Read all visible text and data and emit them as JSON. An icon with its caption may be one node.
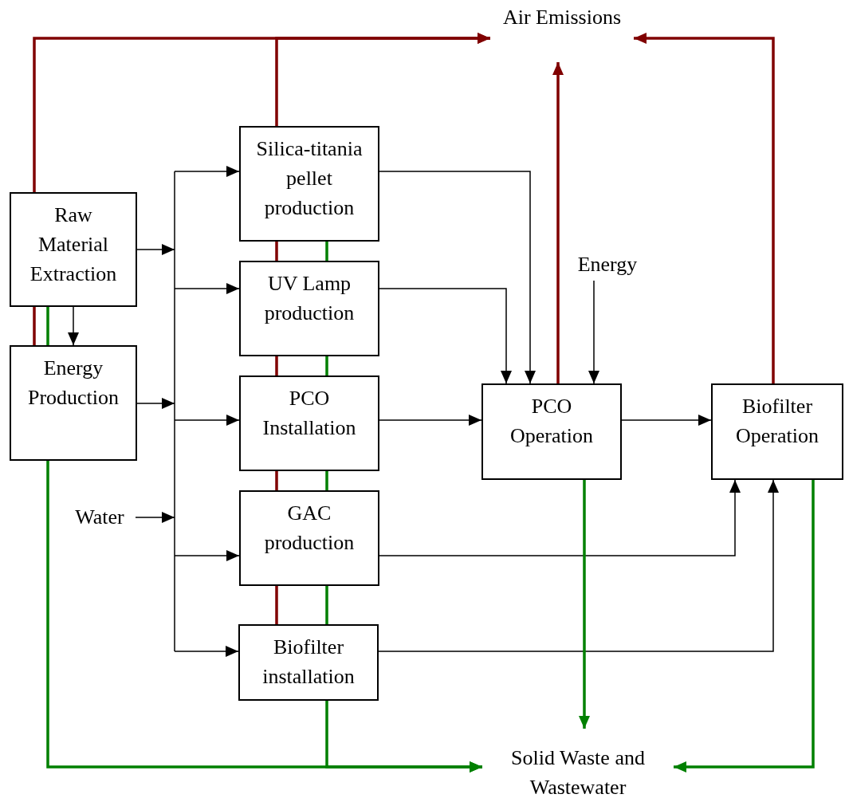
{
  "diagram": {
    "nodes": [
      {
        "text": [
          "Air Emissions"
        ]
      },
      {
        "text": [
          "Raw Material Extraction"
        ]
      },
      {
        "text": [
          "Energy Production"
        ]
      },
      {
        "text": [
          "Silica-titania pellet production"
        ]
      },
      {
        "text": [
          "UV Lamp production"
        ]
      },
      {
        "text": [
          "PCO Installation"
        ]
      },
      {
        "text": [
          "GAC production"
        ]
      },
      {
        "text": [
          "Biofilter installation"
        ]
      },
      {
        "text": [
          "Energy"
        ]
      },
      {
        "text": [
          "PCO Operation"
        ]
      },
      {
        "text": [
          "Biofilter Operation"
        ]
      },
      {
        "text": [
          "Water"
        ]
      },
      {
        "text": [
          "Solid Waste and Wastewater"
        ]
      }
    ],
    "edges": [
      {
        "from": 1,
        "to": 3,
        "arrow": "to"
      },
      {
        "from": 1,
        "to": 4,
        "arrow": "to"
      },
      {
        "from": 1,
        "to": 5,
        "arrow": "to"
      },
      {
        "from": 1,
        "to": 6,
        "arrow": "to"
      },
      {
        "from": 1,
        "to": 7,
        "arrow": "to"
      },
      {
        "from": 2,
        "to": 3,
        "arrow": "to"
      },
      {
        "from": 2,
        "to": 4,
        "arrow": "to"
      },
      {
        "from": 2,
        "to": 5,
        "arrow": "to"
      },
      {
        "from": 2,
        "to": 6,
        "arrow": "to"
      },
      {
        "from": 2,
        "to": 7,
        "arrow": "to"
      },
      {
        "from": 11,
        "to": 3,
        "arrow": "to"
      },
      {
        "from": 11,
        "to": 4,
        "arrow": "to"
      },
      {
        "from": 11,
        "to": 5,
        "arrow": "to"
      },
      {
        "from": 11,
        "to": 6,
        "arrow": "to"
      },
      {
        "from": 11,
        "to": 7,
        "arrow": "to"
      },
      {
        "from": 1,
        "to": 2,
        "arrow": "to"
      },
      {
        "from": 1,
        "to": 0,
        "arrow": "to",
        "style": "thick",
        "color": "#800000"
      },
      {
        "from": 1,
        "to": 2,
        "arrow": "none",
        "style": "thick",
        "color": "#800000"
      },
      {
        "from": 1,
        "to": 2,
        "arrow": "none",
        "style": "thick",
        "color": "#008000"
      },
      {
        "from": 2,
        "to": 12,
        "arrow": "to",
        "style": "thick",
        "color": "#008000"
      },
      {
        "from": 3,
        "to": 0,
        "arrow": "to",
        "style": "thick",
        "color": "#800000"
      },
      {
        "from": 3,
        "to": 4,
        "arrow": "none",
        "style": "thick",
        "color": "#800000"
      },
      {
        "from": 4,
        "to": 5,
        "arrow": "none",
        "style": "thick",
        "color": "#800000"
      },
      {
        "from": 5,
        "to": 6,
        "arrow": "none",
        "style": "thick",
        "color": "#800000"
      },
      {
        "from": 6,
        "to": 7,
        "arrow": "none",
        "style": "thick",
        "color": "#800000"
      },
      {
        "from": 3,
        "to": 4,
        "arrow": "none",
        "style": "thick",
        "color": "#008000"
      },
      {
        "from": 4,
        "to": 5,
        "arrow": "none",
        "style": "thick",
        "color": "#008000"
      },
      {
        "from": 5,
        "to": 6,
        "arrow": "none",
        "style": "thick",
        "color": "#008000"
      },
      {
        "from": 6,
        "to": 7,
        "arrow": "none",
        "style": "thick",
        "color": "#008000"
      },
      {
        "from": 7,
        "to": 12,
        "arrow": "to",
        "style": "thick",
        "color": "#008000"
      },
      {
        "from": 3,
        "to": 9,
        "arrow": "to"
      },
      {
        "from": 4,
        "to": 9,
        "arrow": "to"
      },
      {
        "from": 8,
        "to": 9,
        "arrow": "to"
      },
      {
        "from": 5,
        "to": 9,
        "arrow": "to"
      },
      {
        "from": 9,
        "to": 10,
        "arrow": "to"
      },
      {
        "from": 6,
        "to": 10,
        "arrow": "to"
      },
      {
        "from": 7,
        "to": 10,
        "arrow": "to"
      },
      {
        "from": 9,
        "to": 0,
        "arrow": "to",
        "style": "thick",
        "color": "#800000"
      },
      {
        "from": 10,
        "to": 0,
        "arrow": "to",
        "style": "thick",
        "color": "#800000"
      },
      {
        "from": 9,
        "to": 12,
        "arrow": "to",
        "style": "thick",
        "color": "#008000"
      },
      {
        "from": 10,
        "to": 12,
        "arrow": "to",
        "style": "thick",
        "color": "#008000"
      }
    ]
  }
}
